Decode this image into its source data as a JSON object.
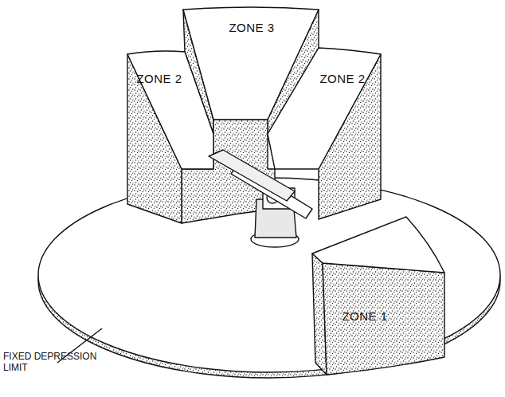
{
  "diagram": {
    "nodes": [
      {
        "text": [
          "ZONE 3"
        ]
      },
      {
        "text": [
          "ZONE 2"
        ]
      },
      {
        "text": [
          "ZONE 2"
        ]
      },
      {
        "text": [
          "ZONE 1"
        ]
      }
    ],
    "labels": [
      "FIXED DEPRESSION LIMIT"
    ]
  }
}
